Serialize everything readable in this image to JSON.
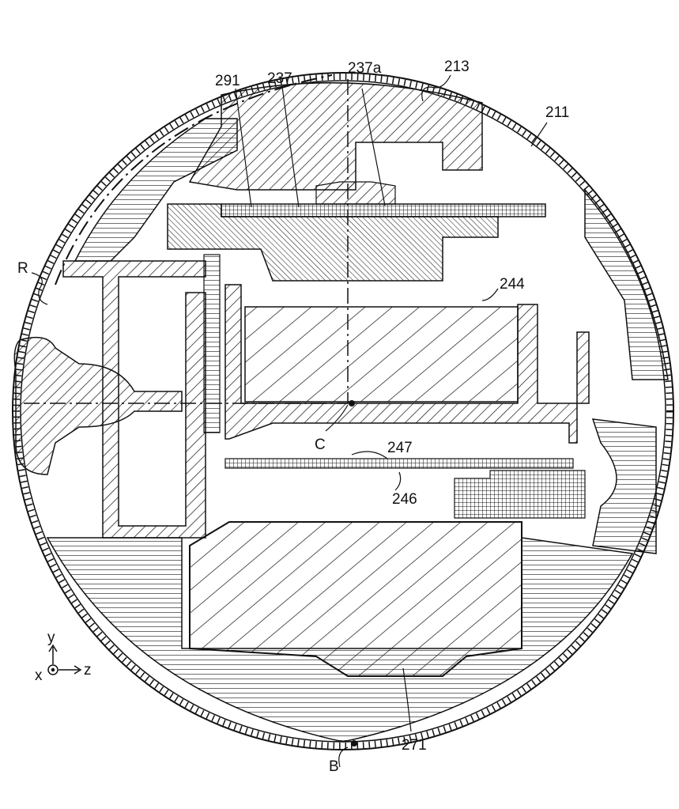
{
  "figure": {
    "labels": {
      "l291": "291",
      "l237": "237",
      "l237a": "237a",
      "l213": "213",
      "l211": "211",
      "lR": "R",
      "l244": "244",
      "lC": "C",
      "l247": "247",
      "l246": "246",
      "l271": "271",
      "lB": "B"
    },
    "axes": {
      "y": "y",
      "x": "x",
      "z": "z"
    }
  }
}
